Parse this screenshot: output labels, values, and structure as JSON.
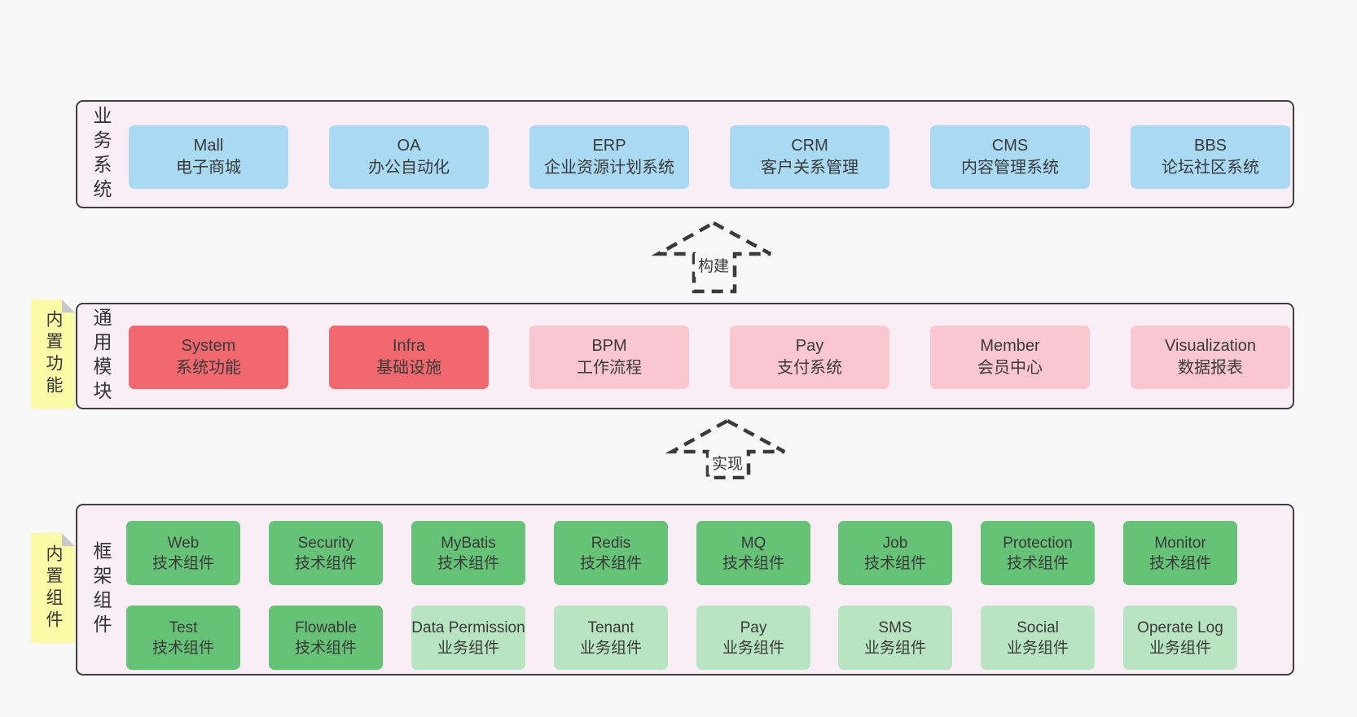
{
  "colors": {
    "page_bg": "#f8f8f8",
    "layer_bg": "#f9edf6",
    "layer_border": "#3f3f3f",
    "blue": "#a9d9f3",
    "red": "#f1686e",
    "pink": "#fac6cf",
    "green": "#66c277",
    "light_green": "#b9e4c1",
    "note_yellow": "#fbfba7",
    "note_fold": "#c9c9c9",
    "text": "#3a3a3a"
  },
  "arrows": [
    {
      "label": "构建"
    },
    {
      "label": "实现"
    }
  ],
  "layers": [
    {
      "side_label": "业务系统",
      "boxes": [
        {
          "name": "Mall",
          "subtitle": "电子商城",
          "variant": "blue"
        },
        {
          "name": "OA",
          "subtitle": "办公自动化",
          "variant": "blue"
        },
        {
          "name": "ERP",
          "subtitle": "企业资源计划系统",
          "variant": "blue"
        },
        {
          "name": "CRM",
          "subtitle": "客户关系管理",
          "variant": "blue"
        },
        {
          "name": "CMS",
          "subtitle": "内容管理系统",
          "variant": "blue"
        },
        {
          "name": "BBS",
          "subtitle": "论坛社区系统",
          "variant": "blue"
        }
      ]
    },
    {
      "side_label": "通用模块",
      "note": "内置功能",
      "boxes": [
        {
          "name": "System",
          "subtitle": "系统功能",
          "variant": "red"
        },
        {
          "name": "Infra",
          "subtitle": "基础设施",
          "variant": "red"
        },
        {
          "name": "BPM",
          "subtitle": "工作流程",
          "variant": "pink"
        },
        {
          "name": "Pay",
          "subtitle": "支付系统",
          "variant": "pink"
        },
        {
          "name": "Member",
          "subtitle": "会员中心",
          "variant": "pink"
        },
        {
          "name": "Visualization",
          "subtitle": "数据报表",
          "variant": "pink"
        }
      ]
    },
    {
      "side_label": "框架组件",
      "note": "内置组件",
      "rows": [
        {
          "boxes": [
            {
              "name": "Web",
              "subtitle": "技术组件",
              "variant": "green"
            },
            {
              "name": "Security",
              "subtitle": "技术组件",
              "variant": "green"
            },
            {
              "name": "MyBatis",
              "subtitle": "技术组件",
              "variant": "green"
            },
            {
              "name": "Redis",
              "subtitle": "技术组件",
              "variant": "green"
            },
            {
              "name": "MQ",
              "subtitle": "技术组件",
              "variant": "green"
            },
            {
              "name": "Job",
              "subtitle": "技术组件",
              "variant": "green"
            },
            {
              "name": "Protection",
              "subtitle": "技术组件",
              "variant": "green"
            },
            {
              "name": "Monitor",
              "subtitle": "技术组件",
              "variant": "green"
            }
          ]
        },
        {
          "boxes": [
            {
              "name": "Test",
              "subtitle": "技术组件",
              "variant": "green"
            },
            {
              "name": "Flowable",
              "subtitle": "技术组件",
              "variant": "green"
            },
            {
              "name": "Data Permission",
              "subtitle": "业务组件",
              "variant": "light_green"
            },
            {
              "name": "Tenant",
              "subtitle": "业务组件",
              "variant": "light_green"
            },
            {
              "name": "Pay",
              "subtitle": "业务组件",
              "variant": "light_green"
            },
            {
              "name": "SMS",
              "subtitle": "业务组件",
              "variant": "light_green"
            },
            {
              "name": "Social",
              "subtitle": "业务组件",
              "variant": "light_green"
            },
            {
              "name": "Operate Log",
              "subtitle": "业务组件",
              "variant": "light_green"
            }
          ]
        }
      ]
    }
  ]
}
